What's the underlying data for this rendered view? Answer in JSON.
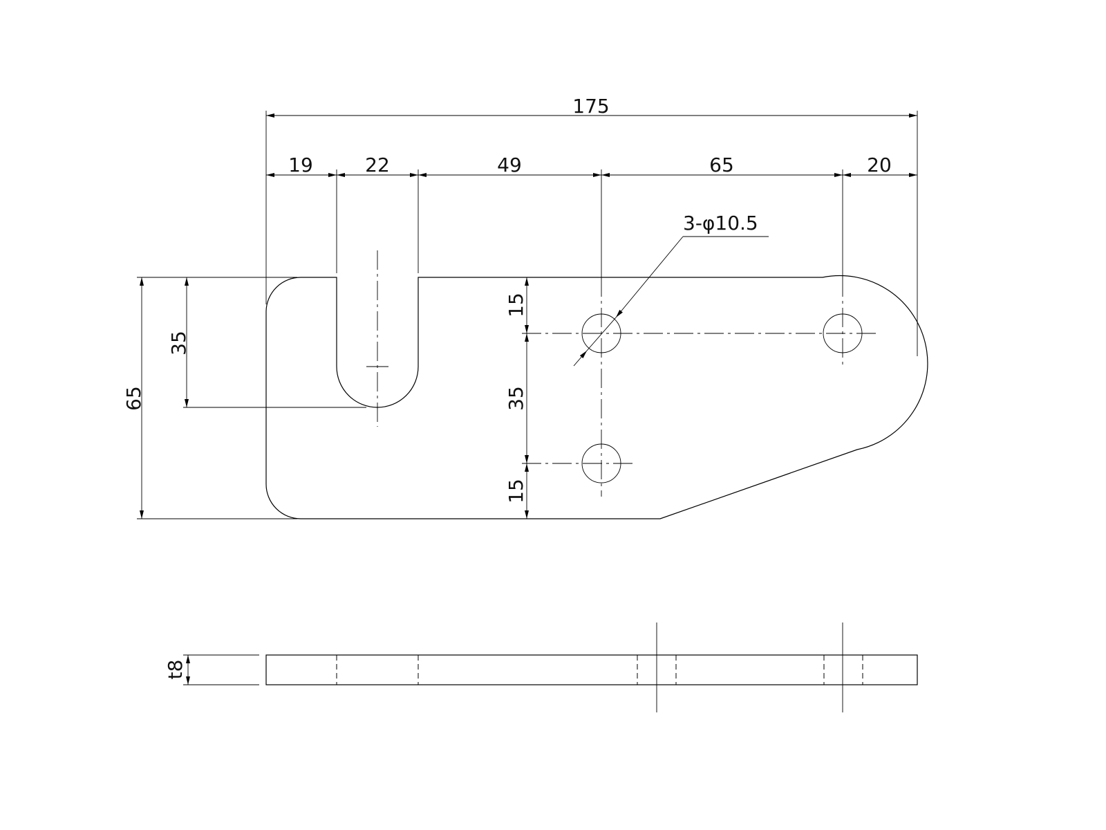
{
  "drawing": {
    "overall_width": "175",
    "chain": [
      "19",
      "22",
      "49",
      "65",
      "20"
    ],
    "height_overall": "65",
    "slot_depth": "35",
    "hole_vertical": [
      "15",
      "35",
      "15"
    ],
    "hole_callout": "3-φ10.5",
    "thickness": "t8"
  }
}
